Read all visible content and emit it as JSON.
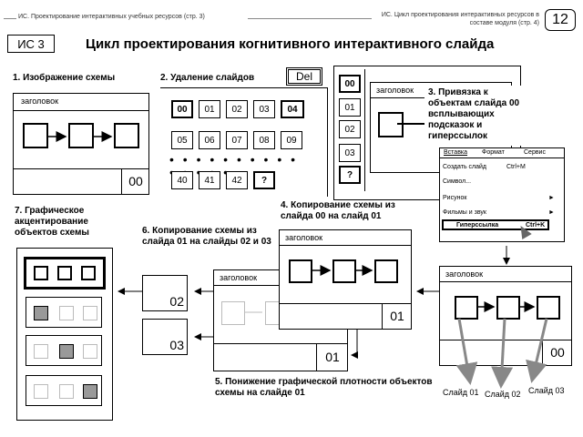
{
  "header": {
    "left_text": "ИС. Проектирование интерактивных учебных ресурсов (стр. 3)",
    "right_text": "ИС. Цикл проектирования интерактивных ресурсов в составе модуля (стр. 4)",
    "page_number": "12",
    "badge": "ИС 3",
    "title": "Цикл проектирования когнитивного интерактивного слайда"
  },
  "steps": {
    "s1": "1. Изображение схемы",
    "s2": "2. Удаление  слайдов",
    "s3": "3. Привязка к объектам слайда 00 всплывающих подсказок и гиперссылок",
    "s4": "4. Копирование схемы из слайда 00 на слайд 01",
    "s5": "5. Понижение графической плотности объектов схемы на слайде 01",
    "s6": "6. Копирование схемы из слайда 01 на слайды 02 и 03",
    "s7": "7. Графическое акцентирование объектов схемы"
  },
  "labels": {
    "heading": "заголовок",
    "del_button": "Del",
    "question": "?",
    "s00": "00",
    "s01": "01",
    "s02": "02",
    "s03": "03",
    "slide01": "Слайд 01",
    "slide02": "Слайд 02",
    "slide03": "Слайд 03"
  },
  "grid_numbers": {
    "row1": [
      "00",
      "01",
      "02",
      "03",
      "04"
    ],
    "row2": [
      "05",
      "06",
      "07",
      "08",
      "09"
    ],
    "row3": [
      "40",
      "41",
      "42"
    ]
  },
  "side_list": [
    "00",
    "01",
    "02",
    "03"
  ],
  "menu": {
    "bar": [
      "Вставка",
      "Формат",
      "Сервис"
    ],
    "items": [
      {
        "label": "Создать слайд",
        "shortcut": "Ctrl+M"
      },
      {
        "label": "Символ...",
        "shortcut": ""
      },
      {
        "label": "Рисунок",
        "shortcut": "►"
      },
      {
        "label": "Фильмы и звук",
        "shortcut": "►"
      },
      {
        "label": "Гиперссылка",
        "shortcut": "Ctrl+K"
      }
    ]
  }
}
